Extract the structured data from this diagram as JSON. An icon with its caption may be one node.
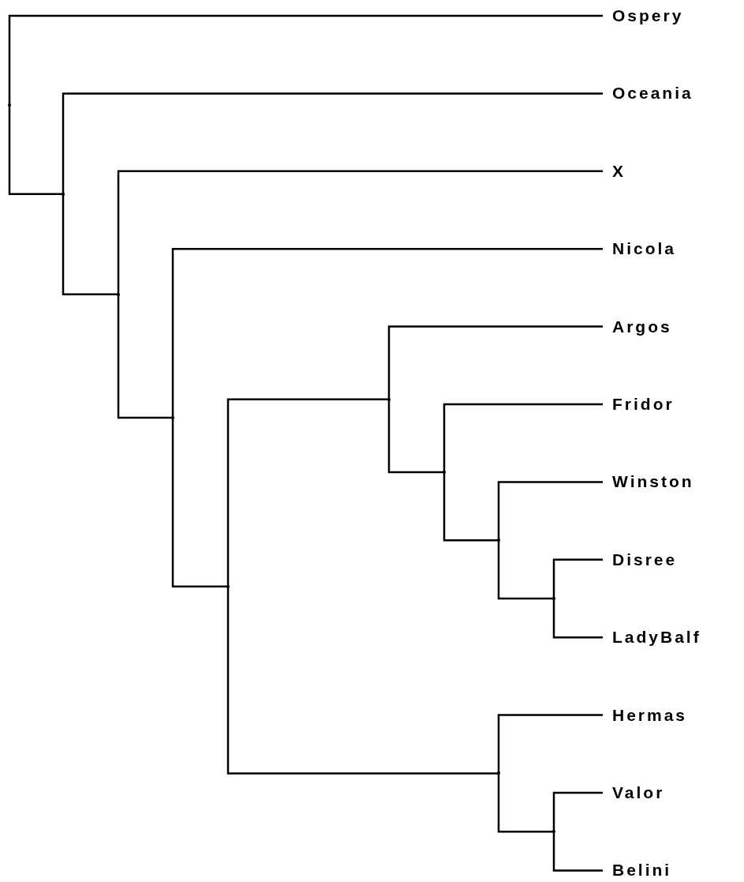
{
  "diagram": {
    "nodes": [
      {
        "text": [
          "Ospery"
        ]
      },
      {
        "text": [
          "Oceania"
        ]
      },
      {
        "text": [
          "X"
        ]
      },
      {
        "text": [
          "Nicola"
        ]
      },
      {
        "text": [
          "Argos"
        ]
      },
      {
        "text": [
          "Fridor"
        ]
      },
      {
        "text": [
          "Winston"
        ]
      },
      {
        "text": [
          "Disree"
        ]
      },
      {
        "text": [
          "LadyBalf"
        ]
      },
      {
        "text": [
          "Hermas"
        ]
      },
      {
        "text": [
          "Valor"
        ]
      },
      {
        "text": [
          "Belini"
        ]
      },
      {
        "text": [],
        "shape": "junction"
      },
      {
        "text": [],
        "shape": "junction"
      },
      {
        "text": [],
        "shape": "junction"
      },
      {
        "text": [],
        "shape": "junction"
      },
      {
        "text": [],
        "shape": "junction"
      },
      {
        "text": [],
        "shape": "junction"
      },
      {
        "text": [],
        "shape": "junction"
      },
      {
        "text": [],
        "shape": "junction"
      },
      {
        "text": [],
        "shape": "junction"
      },
      {
        "text": [],
        "shape": "junction"
      },
      {
        "text": [],
        "shape": "junction"
      }
    ],
    "edges": [
      {
        "from": 12,
        "to": 0,
        "arrow": "none"
      },
      {
        "from": 12,
        "to": 13,
        "arrow": "none"
      },
      {
        "from": 13,
        "to": 1,
        "arrow": "none"
      },
      {
        "from": 13,
        "to": 14,
        "arrow": "none"
      },
      {
        "from": 14,
        "to": 2,
        "arrow": "none"
      },
      {
        "from": 14,
        "to": 15,
        "arrow": "none"
      },
      {
        "from": 15,
        "to": 3,
        "arrow": "none"
      },
      {
        "from": 15,
        "to": 16,
        "arrow": "none"
      },
      {
        "from": 16,
        "to": 17,
        "arrow": "none"
      },
      {
        "from": 16,
        "to": 21,
        "arrow": "none"
      },
      {
        "from": 17,
        "to": 4,
        "arrow": "none"
      },
      {
        "from": 17,
        "to": 18,
        "arrow": "none"
      },
      {
        "from": 18,
        "to": 5,
        "arrow": "none"
      },
      {
        "from": 18,
        "to": 19,
        "arrow": "none"
      },
      {
        "from": 19,
        "to": 6,
        "arrow": "none"
      },
      {
        "from": 19,
        "to": 20,
        "arrow": "none"
      },
      {
        "from": 20,
        "to": 7,
        "arrow": "none"
      },
      {
        "from": 20,
        "to": 8,
        "arrow": "none"
      },
      {
        "from": 21,
        "to": 9,
        "arrow": "none"
      },
      {
        "from": 21,
        "to": 22,
        "arrow": "none"
      },
      {
        "from": 22,
        "to": 10,
        "arrow": "none"
      },
      {
        "from": 22,
        "to": 11,
        "arrow": "none"
      }
    ]
  }
}
